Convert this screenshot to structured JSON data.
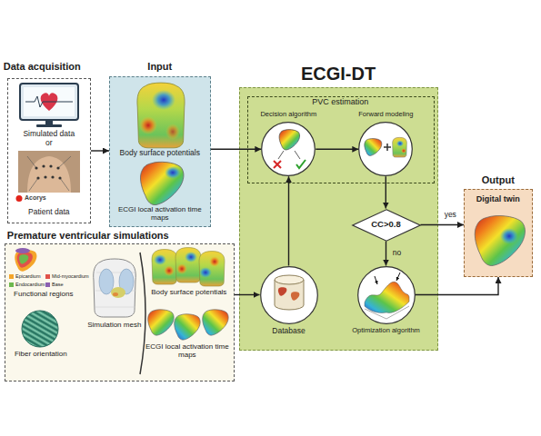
{
  "diagram": {
    "nodes": [
      {
        "text": [
          "Data acquisition",
          "Simulated data",
          "or",
          "Patient data"
        ]
      },
      {
        "text": [
          "Input",
          "Body surface potentials",
          "ECGI local activation time maps"
        ]
      },
      {
        "text": [
          "Premature ventricular simulations",
          "Functional regions",
          "Fiber orientation",
          "Simulation mesh",
          "Body surface potentials",
          "ECGI local activation time maps"
        ]
      },
      {
        "text": [
          "ECGI-DT"
        ]
      },
      {
        "text": [
          "PVC estimation"
        ],
        "in": 3
      },
      {
        "text": [
          "Decision algorithm"
        ],
        "in": 4
      },
      {
        "text": [
          "Forward modeling"
        ],
        "in": 4
      },
      {
        "text": [
          "CC>0.8"
        ],
        "in": 3
      },
      {
        "text": [
          "Database"
        ],
        "in": 3
      },
      {
        "text": [
          "Optimization algorithm"
        ],
        "in": 3
      },
      {
        "text": [
          "Output",
          "Digital twin"
        ]
      }
    ],
    "edges": [
      {
        "from": 0,
        "to": 1,
        "arrow": "to"
      },
      {
        "from": 1,
        "to": 5,
        "arrow": "to"
      },
      {
        "from": 2,
        "to": 8,
        "arrow": "to"
      },
      {
        "from": 8,
        "to": 5,
        "arrow": "to"
      },
      {
        "from": 5,
        "to": 6,
        "arrow": "to"
      },
      {
        "from": 6,
        "to": 7,
        "arrow": "to"
      },
      {
        "from": 7,
        "to": 10,
        "label": "yes",
        "arrow": "to"
      },
      {
        "from": 7,
        "to": 9,
        "label": "no",
        "arrow": "to"
      },
      {
        "from": 9,
        "to": 10,
        "arrow": "to"
      }
    ],
    "labels": [
      "Acorys"
    ],
    "legend": [
      {
        "text": "Epicardium",
        "color": "#f4a52a"
      },
      {
        "text": "Mid-myocardium",
        "color": "#e0524a"
      },
      {
        "text": "Endocardium",
        "color": "#6db84e"
      },
      {
        "text": "Base",
        "color": "#8b5fb0"
      }
    ]
  }
}
